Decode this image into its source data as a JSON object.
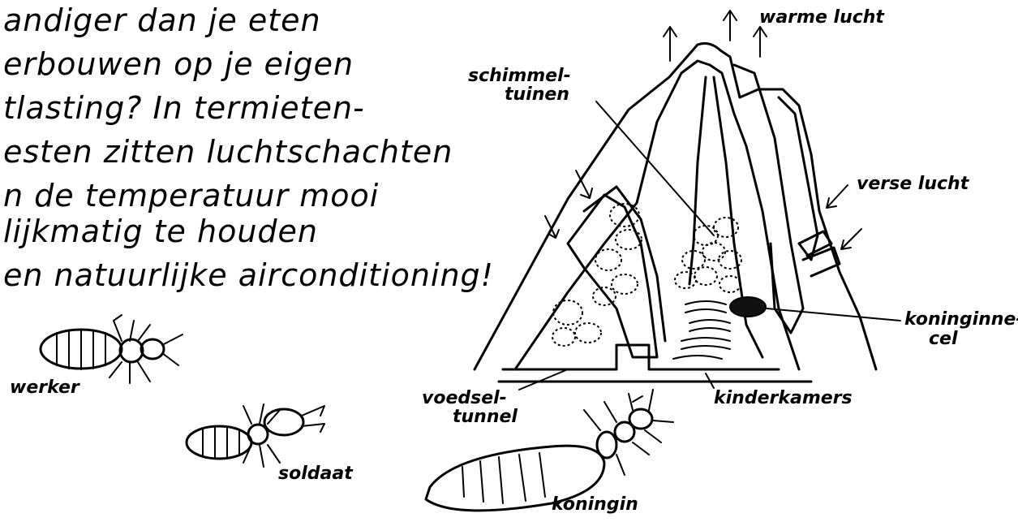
{
  "intro_text": {
    "lines": [
      "andiger dan je eten",
      "erbouwen op je eigen",
      "tlasting? In termieten-",
      "esten zitten luchtschachten",
      "n de temperatuur mooi",
      "lijkmatig te houden",
      "en natuurlijke airconditioning!"
    ]
  },
  "nest_labels": {
    "warm_air": "warme lucht",
    "fungus_gardens_1": "schimmel-",
    "fungus_gardens_2": "tuinen",
    "fresh_air": "verse lucht",
    "queen_cell_1": "koninginne-",
    "queen_cell_2": "cel",
    "food_tunnel_1": "voedsel-",
    "food_tunnel_2": "tunnel",
    "nurseries": "kinderkamers"
  },
  "castes": {
    "worker": "werker",
    "soldier": "soldaat",
    "queen": "koningin"
  }
}
